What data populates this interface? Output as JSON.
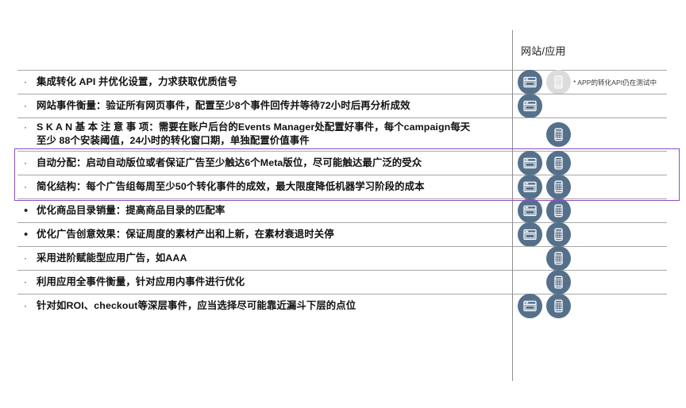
{
  "header": {
    "column_label": "网站/应用"
  },
  "note": {
    "text": "* APP的转化API仍在测试中"
  },
  "colors": {
    "icon_active": "#55708a",
    "icon_muted": "#dcdcdc",
    "highlight_border": "#8a4fc4",
    "rule": "#a6a6a6",
    "divider": "#8d8d8d"
  },
  "icons": {
    "web_name": "browser-window-icon",
    "app_name": "mobile-phone-icon"
  },
  "rows": [
    {
      "bullet": "·",
      "text": "集成转化 API 并优化设置，力求获取优质信号",
      "web": "active",
      "app": "muted",
      "note": true,
      "highlighted": false,
      "wide": false
    },
    {
      "bullet": "·",
      "text": "网站事件衡量：验证所有网页事件，配置至少8个事件回传并等待72小时后再分析成效",
      "web": "active",
      "app": "none",
      "note": false,
      "highlighted": false,
      "wide": false
    },
    {
      "bullet": "·",
      "text": "S K A N 基 本 注 意 事 项：需要在账户后台的Events Manager处配置好事件，每个campaign每天\n至少 88个安装阈值，24小时的转化窗口期，单独配置价值事件",
      "web": "none",
      "app": "active",
      "note": false,
      "highlighted": false,
      "wide": false
    },
    {
      "bullet": "·",
      "text": "自动分配：启动自动版位或者保证广告至少触达6个Meta版位，尽可能触达最广泛的受众",
      "web": "active",
      "app": "active",
      "note": false,
      "highlighted": true,
      "wide": false
    },
    {
      "bullet": "·",
      "text": "简化结构：每个广告组每周至少50个转化事件的成效，最大限度降低机器学习阶段的成本",
      "web": "active",
      "app": "active",
      "note": false,
      "highlighted": true,
      "wide": false
    },
    {
      "bullet": "•",
      "text": "优化商品目录销量：提高商品目录的匹配率",
      "web": "active",
      "app": "active",
      "note": false,
      "highlighted": false,
      "wide": false
    },
    {
      "bullet": "•",
      "text": "优化广告创意效果：保证周度的素材产出和上新，在素材衰退时关停",
      "web": "active",
      "app": "active",
      "note": false,
      "highlighted": false,
      "wide": false
    },
    {
      "bullet": "·",
      "text": "采用进阶赋能型应用广告，如AAA",
      "web": "none",
      "app": "active",
      "note": false,
      "highlighted": false,
      "wide": false
    },
    {
      "bullet": "·",
      "text": "利用应用全事件衡量，针对应用内事件进行优化",
      "web": "none",
      "app": "active",
      "note": false,
      "highlighted": false,
      "wide": false
    },
    {
      "bullet": "·",
      "text": "针对如ROI、checkout等深层事件，应当选择尽可能靠近漏斗下层的点位",
      "web": "active",
      "app": "active",
      "note": false,
      "highlighted": false,
      "wide": false
    }
  ]
}
